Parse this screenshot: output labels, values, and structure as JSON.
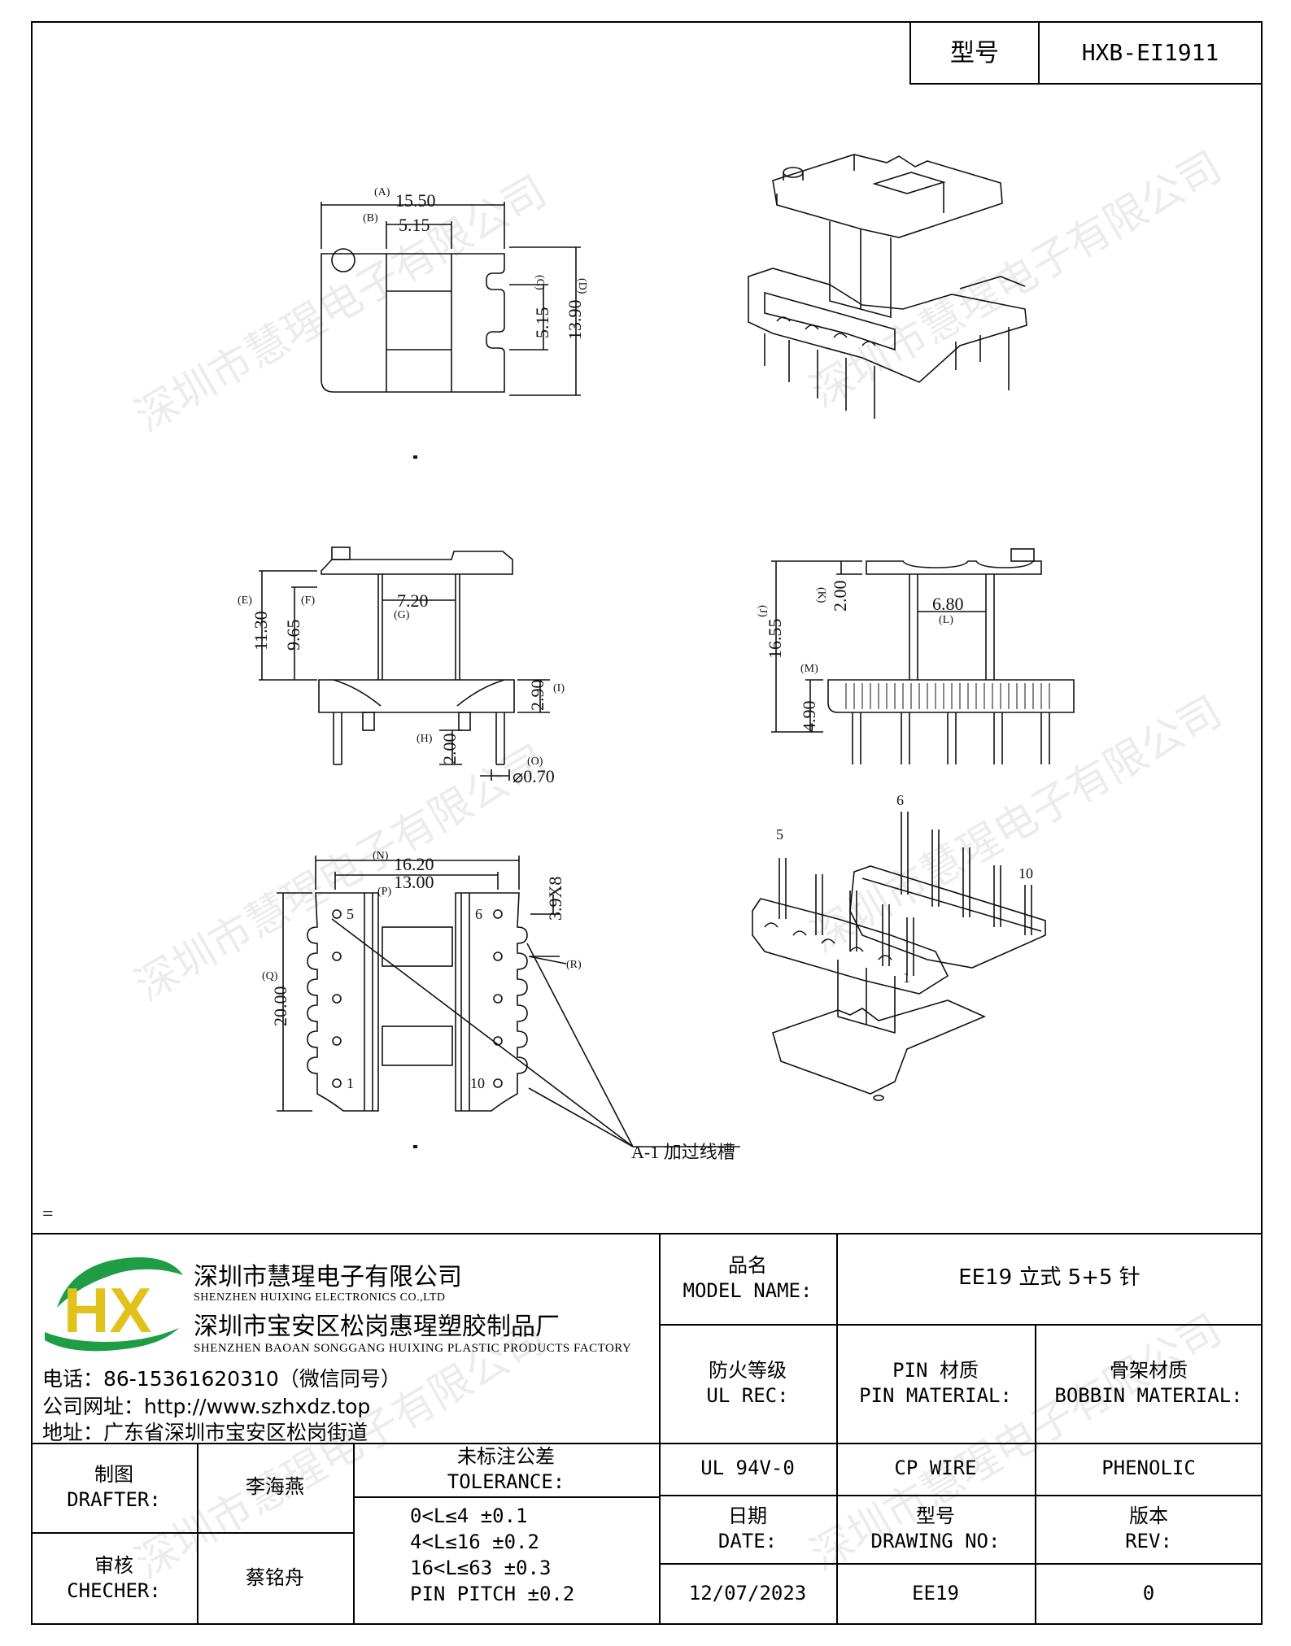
{
  "header": {
    "model_label": "型号",
    "model_value": "HXB-EI1911"
  },
  "drawings": {
    "top_view": {
      "A": "(A)",
      "A_val": "15.50",
      "B": "(B)",
      "B_val": "5.15",
      "C": "(C)",
      "C_val": "5.15",
      "D": "(D)",
      "D_val": "13.90"
    },
    "front_view": {
      "E": "(E)",
      "E_val": "11.30",
      "F": "(F)",
      "F_val": "9.65",
      "G": "(G)",
      "G_val": "7.20",
      "I": "(I)",
      "I_val": "2.90",
      "H": "(H)",
      "H_val": "2.00",
      "O": "(O)",
      "O_val": "⌀0.70"
    },
    "side_view": {
      "J": "(J)",
      "J_val": "16.55",
      "K": "(K)",
      "K_val": "2.00",
      "L": "(L)",
      "L_val": "6.80",
      "M": "(M)",
      "M_val": "4.90"
    },
    "bottom_view": {
      "N": "(N)",
      "N_val": "16.20",
      "P": "(P)",
      "P_val": "13.00",
      "Q": "(Q)",
      "Q_val": "20.00",
      "R": "(R)",
      "R_val": "3.9X8",
      "pin5": "5",
      "pin6": "6",
      "pin1": "1",
      "pin10": "10",
      "note": "A-1 加过线槽"
    },
    "iso2": {
      "pin5": "5",
      "pin6": "6",
      "pin10": "10",
      "pin1": "1"
    },
    "equals_mark": "="
  },
  "watermark": "深圳市慧瑆电子有限公司",
  "company": {
    "logo_text": "HX",
    "name_cn": "深圳市慧瑆电子有限公司",
    "name_en": "SHENZHEN HUIXING ELECTRONICS CO.,LTD",
    "factory_cn": "深圳市宝安区松岗惠瑆塑胶制品厂",
    "factory_en": "SHENZHEN BAOAN SONGGANG HUIXING PLASTIC PRODUCTS FACTORY",
    "phone": "电话：86-15361620310（微信同号）",
    "website": "公司网址：http://www.szhxdz.top",
    "address": "地址：广东省深圳市宝安区松岗街道"
  },
  "title_block": {
    "model_name_cn": "品名",
    "model_name_en": "MODEL NAME:",
    "model_name_value": "EE19 立式 5+5 针",
    "ul_cn": "防火等级",
    "ul_en": "UL REC:",
    "pin_cn": "PIN 材质",
    "pin_en": "PIN MATERIAL:",
    "bobbin_cn": "骨架材质",
    "bobbin_en": "BOBBIN MATERIAL:",
    "ul_value": "UL 94V-0",
    "pin_value": "CP WIRE",
    "bobbin_value": "PHENOLIC",
    "drafter_cn": "制图",
    "drafter_en": "DRAFTER:",
    "drafter_name": "李海燕",
    "checker_cn": "审核",
    "checker_en": "CHECHER:",
    "checker_name": "蔡铭舟",
    "tolerance_cn": "未标注公差",
    "tolerance_en": "TOLERANCE:",
    "tolerances": [
      "0<L≤4  ±0.1",
      "4<L≤16 ±0.2",
      "16<L≤63 ±0.3",
      "PIN PITCH ±0.2"
    ],
    "date_cn": "日期",
    "date_en": "DATE:",
    "drawing_no_cn": "型号",
    "drawing_no_en": "DRAWING NO:",
    "rev_cn": "版本",
    "rev_en": "REV:",
    "date_value": "12/07/2023",
    "drawing_no_value": "EE19",
    "rev_value": "0"
  }
}
